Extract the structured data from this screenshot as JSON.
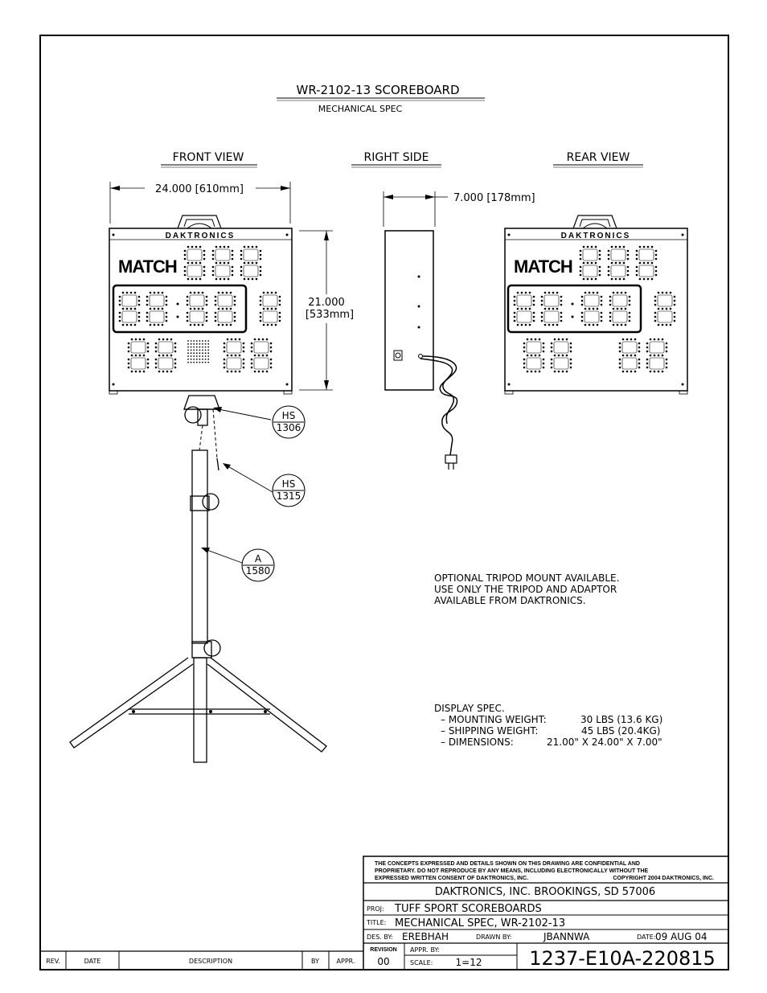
{
  "header": {
    "title": "WR-2102-13 SCOREBOARD",
    "subtitle": "MECHANICAL SPEC"
  },
  "views": {
    "front": "FRONT VIEW",
    "right": "RIGHT SIDE",
    "rear": "REAR VIEW"
  },
  "dimensions": {
    "width": "24.000 [610mm]",
    "height_line1": "21.000",
    "height_line2": "[533mm]",
    "depth": "7.000 [178mm]"
  },
  "scoreboard": {
    "brand": "DAKTRONICS",
    "label": "MATCH"
  },
  "callouts": [
    {
      "top": "HS",
      "bottom": "1306"
    },
    {
      "top": "HS",
      "bottom": "1315"
    },
    {
      "top": "A",
      "bottom": "1580"
    }
  ],
  "tripod_note": [
    "OPTIONAL TRIPOD MOUNT AVAILABLE.",
    "USE ONLY THE TRIPOD AND ADAPTOR",
    "AVAILABLE FROM DAKTRONICS."
  ],
  "display_spec": {
    "heading": "DISPLAY SPEC.",
    "items": [
      {
        "label": "– MOUNTING WEIGHT:",
        "value": "30 LBS (13.6 KG)"
      },
      {
        "label": "– SHIPPING WEIGHT:",
        "value": "45 LBS (20.4KG)"
      },
      {
        "label": "– DIMENSIONS:",
        "value": "21.00\" X 24.00\" X 7.00\""
      }
    ]
  },
  "title_block": {
    "confidential": [
      "THE CONCEPTS EXPRESSED AND DETAILS SHOWN ON THIS DRAWING ARE CONFIDENTIAL AND",
      "PROPRIETARY. DO NOT REPRODUCE BY ANY MEANS, INCLUDING ELECTRONICALLY WITHOUT THE",
      "EXPRESSED WRITTEN CONSENT OF DAKTRONICS, INC.",
      "COPYRIGHT 2004 DAKTRONICS, INC."
    ],
    "company": "DAKTRONICS, INC.   BROOKINGS, SD 57006",
    "proj_label": "PROJ:",
    "proj": "TUFF SPORT SCOREBOARDS",
    "title_label": "TITLE:",
    "title": "MECHANICAL SPEC, WR-2102-13",
    "des_label": "DES. BY:",
    "des": "EREBHAH",
    "drawn_label": "DRAWN BY:",
    "drawn": "JBANNWA",
    "date_label": "DATE:",
    "date": "09 AUG 04",
    "revision_label": "REVISION",
    "revision": "00",
    "appr_label": "APPR. BY:",
    "scale_label": "SCALE:",
    "scale": "1=12",
    "drawing_number": "1237-E10A-220815"
  },
  "revision_table": {
    "headers": [
      "REV.",
      "DATE",
      "DESCRIPTION",
      "BY",
      "APPR."
    ]
  }
}
